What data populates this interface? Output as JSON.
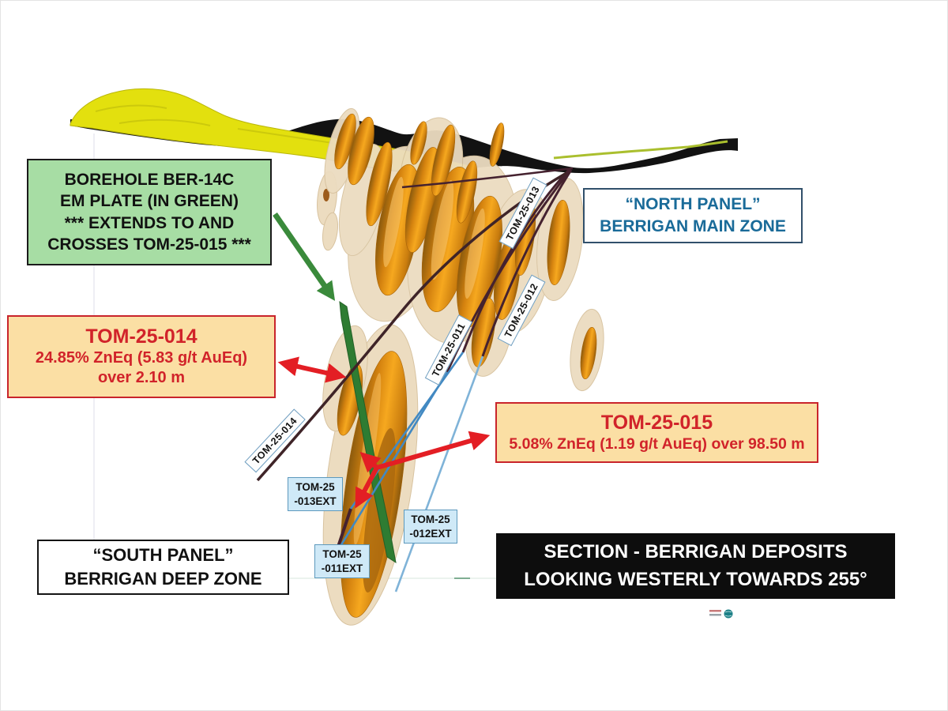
{
  "slide": {
    "description_banner": "SECTION - BERRIGAN DEPOSITS\nLOOKING WESTERLY TOWARDS 255°"
  },
  "callouts": {
    "em_plate": {
      "text": "BOREHOLE BER-14C\nEM PLATE (IN GREEN)\n*** EXTENDS TO AND\nCROSSES TOM-25-015 ***"
    },
    "tom14": {
      "title": "TOM-25-014",
      "body": "24.85% ZnEq (5.83 g/t AuEq)\nover 2.10 m"
    },
    "tom15": {
      "title": "TOM-25-015",
      "body": "5.08% ZnEq (1.19 g/t AuEq) over 98.50 m"
    },
    "north_panel": {
      "text": "“NORTH PANEL”\nBERRIGAN MAIN ZONE"
    },
    "south_panel": {
      "text": "“SOUTH PANEL”\nBERRIGAN DEEP ZONE"
    }
  },
  "drill_labels": [
    {
      "label": "TOM-25-013"
    },
    {
      "label": "TOM-25-012"
    },
    {
      "label": "TOM-25-011"
    },
    {
      "label": "TOM-25-014"
    }
  ],
  "ext_labels": [
    {
      "text": "TOM-25\n-013EXT"
    },
    {
      "text": "TOM-25\n-012EXT"
    },
    {
      "text": "TOM-25\n-011EXT"
    }
  ],
  "legend_semantics": {
    "green_plate": "BER-14C EM plate",
    "orange_bodies": "Berrigan mineralized zones",
    "maroon_traces": "drilled holes",
    "blue_traces": "hole extensions",
    "icons": [
      "globe-icon"
    ]
  },
  "colors": {
    "surface_black": "#121212",
    "tailings_yellow": "#e3e00e",
    "tailings_shade": "#b9b609",
    "em_plate_green": "#2e7c32",
    "arrow_green": "#3a8a3b",
    "arrow_red": "#e31e24",
    "trace_drilled_maroon": "#45222f",
    "trace_planned_blue": "#4289c2",
    "trace_planned_blue_light": "#7fb3d8",
    "ore_halo_tan": "#ecdcc0",
    "callout_green_bg": "#a7dda4",
    "callout_orange_bg": "#fbdfa4",
    "callout_red_text": "#d1232a",
    "north_panel_blue": "#1a6b99",
    "watermark_teal": "#1b7f86"
  }
}
